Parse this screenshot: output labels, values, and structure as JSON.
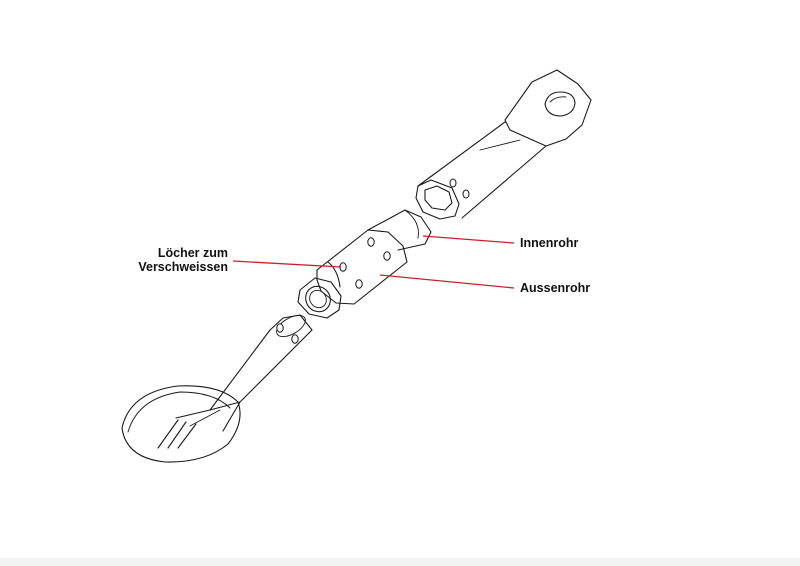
{
  "labels": {
    "holes_line1": "Löcher zum",
    "holes_line2": "Verschweissen",
    "inner_tube": "Innenrohr",
    "outer_tube": "Aussenrohr"
  },
  "colors": {
    "ink": "#1a1a1a",
    "leader_line": "#cc1f2d",
    "background": "#ffffff"
  }
}
